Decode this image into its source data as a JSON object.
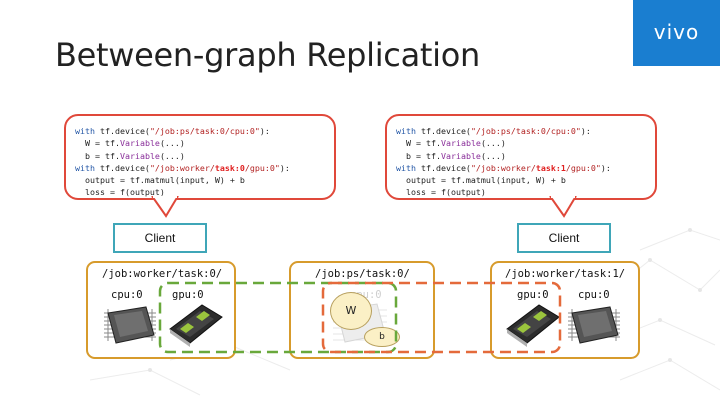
{
  "slide": {
    "title": "Between-graph Replication",
    "logo": "vivo",
    "colors": {
      "logo_bg": "#1a7ed0",
      "bubble_border": "#e0483a",
      "client_border": "#3fa6b8",
      "job_border": "#d79b2c",
      "green_dash": "#69a83b",
      "orange_dash": "#e46a3b"
    }
  },
  "left_code": {
    "line1_kw": "with",
    "line1_a": " tf.device(",
    "line1_str": "\"/job:ps/task:0/cpu:0\"",
    "line1_b": "):",
    "line2_a": "  W = tf.",
    "line2_fn": "Variable",
    "line2_b": "(...)",
    "line3_a": "  b = tf.",
    "line3_fn": "Variable",
    "line3_b": "(...)",
    "line4_kw": "with",
    "line4_a": " tf.device(",
    "line4_str1": "\"/job:worker/",
    "line4_task": "task:0",
    "line4_str2": "/gpu:0\"",
    "line4_b": "):",
    "line5": "  output = tf.matmul(input, W) + b",
    "line6": "  loss = f(output)"
  },
  "right_code": {
    "line1_kw": "with",
    "line1_a": " tf.device(",
    "line1_str": "\"/job:ps/task:0/cpu:0\"",
    "line1_b": "):",
    "line2_a": "  W = tf.",
    "line2_fn": "Variable",
    "line2_b": "(...)",
    "line3_a": "  b = tf.",
    "line3_fn": "Variable",
    "line3_b": "(...)",
    "line4_kw": "with",
    "line4_a": " tf.device(",
    "line4_str1": "\"/job:worker/",
    "line4_task": "task:1",
    "line4_str2": "/gpu:0\"",
    "line4_b": "):",
    "line5": "  output = tf.matmul(input, W) + b",
    "line6": "  loss = f(output)"
  },
  "clients": {
    "left": "Client",
    "right": "Client"
  },
  "jobs": {
    "worker0": {
      "label": "/job:worker/task:0/",
      "cpu": "cpu:0",
      "gpu": "gpu:0"
    },
    "ps": {
      "label": "/job:ps/task:0/",
      "ghost": "cpu:0",
      "var_w": "W",
      "var_b": "b"
    },
    "worker1": {
      "label": "/job:worker/task:1/",
      "cpu": "cpu:0",
      "gpu": "gpu:0"
    }
  },
  "icons": [
    "cpu-chip-icon",
    "gpu-card-icon",
    "vivo-logo"
  ]
}
